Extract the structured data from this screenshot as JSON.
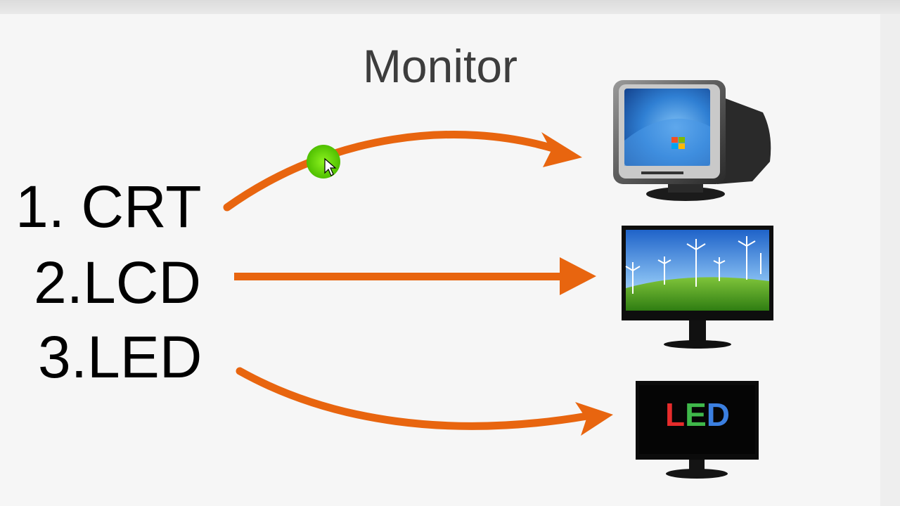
{
  "title": "Monitor",
  "list": [
    {
      "label": "1. CRT"
    },
    {
      "label": "2.LCD"
    },
    {
      "label": "3.LED"
    }
  ],
  "led_screen_text": "LED",
  "colors": {
    "arrow": "#e8650f",
    "title": "#3d3d3d",
    "cursor_highlight": "#62d400",
    "crt_screen": "#2f7fd3",
    "led_l": "#e62b2b",
    "led_e": "#3fb84a",
    "led_d": "#3b7fe0"
  },
  "icons": [
    "crt-monitor-icon",
    "lcd-monitor-icon",
    "led-monitor-icon",
    "mouse-cursor-icon"
  ]
}
